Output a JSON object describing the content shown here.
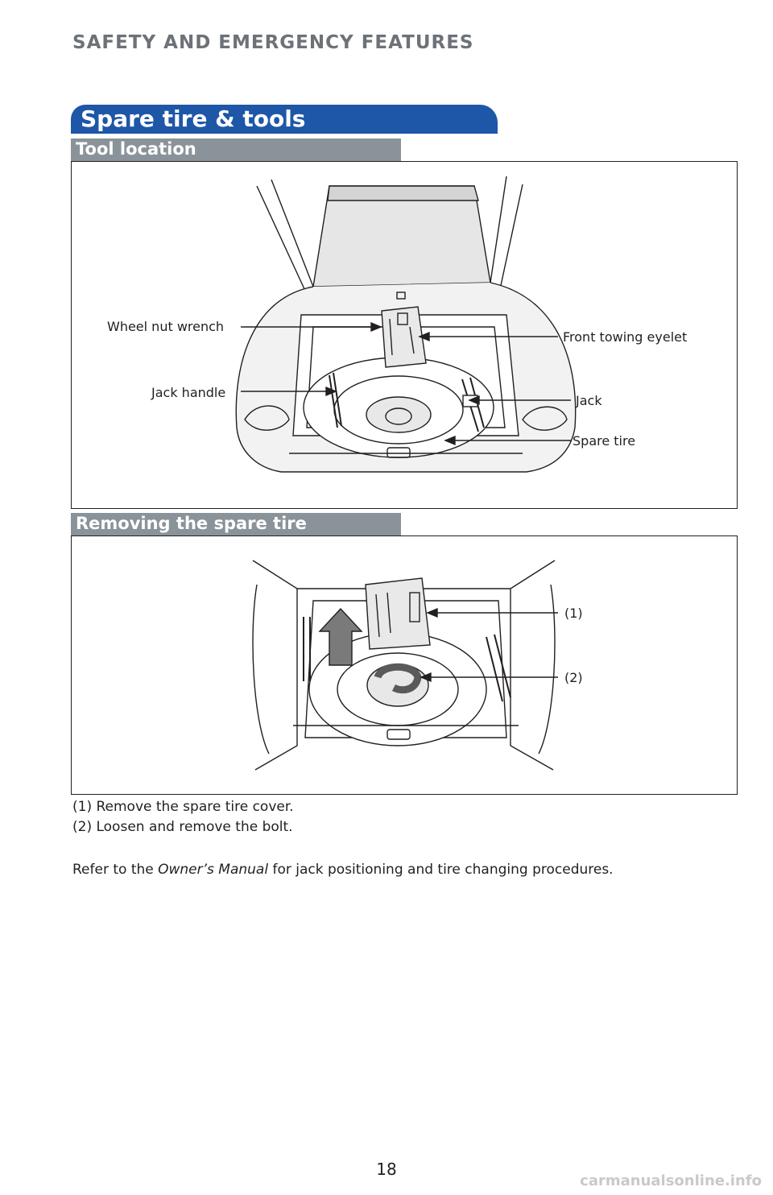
{
  "section_header": "SAFETY AND EMERGENCY FEATURES",
  "title": "Spare tire & tools",
  "tool_location": {
    "heading": "Tool location",
    "callouts": {
      "wheel_nut_wrench": "Wheel nut wrench",
      "jack_handle": "Jack handle",
      "front_towing_eyelet": "Front towing eyelet",
      "jack": "Jack",
      "spare_tire": "Spare tire"
    }
  },
  "removing": {
    "heading": "Removing the spare tire",
    "callouts": {
      "step1": "(1)",
      "step2": "(2)"
    },
    "steps": [
      "(1) Remove the spare tire cover.",
      "(2) Loosen and remove the bolt."
    ]
  },
  "note": {
    "prefix": "Refer to the ",
    "manual": "Owner’s Manual",
    "suffix": " for jack positioning and tire changing procedures."
  },
  "page_number": "18",
  "watermark": "carmanualsonline.info"
}
